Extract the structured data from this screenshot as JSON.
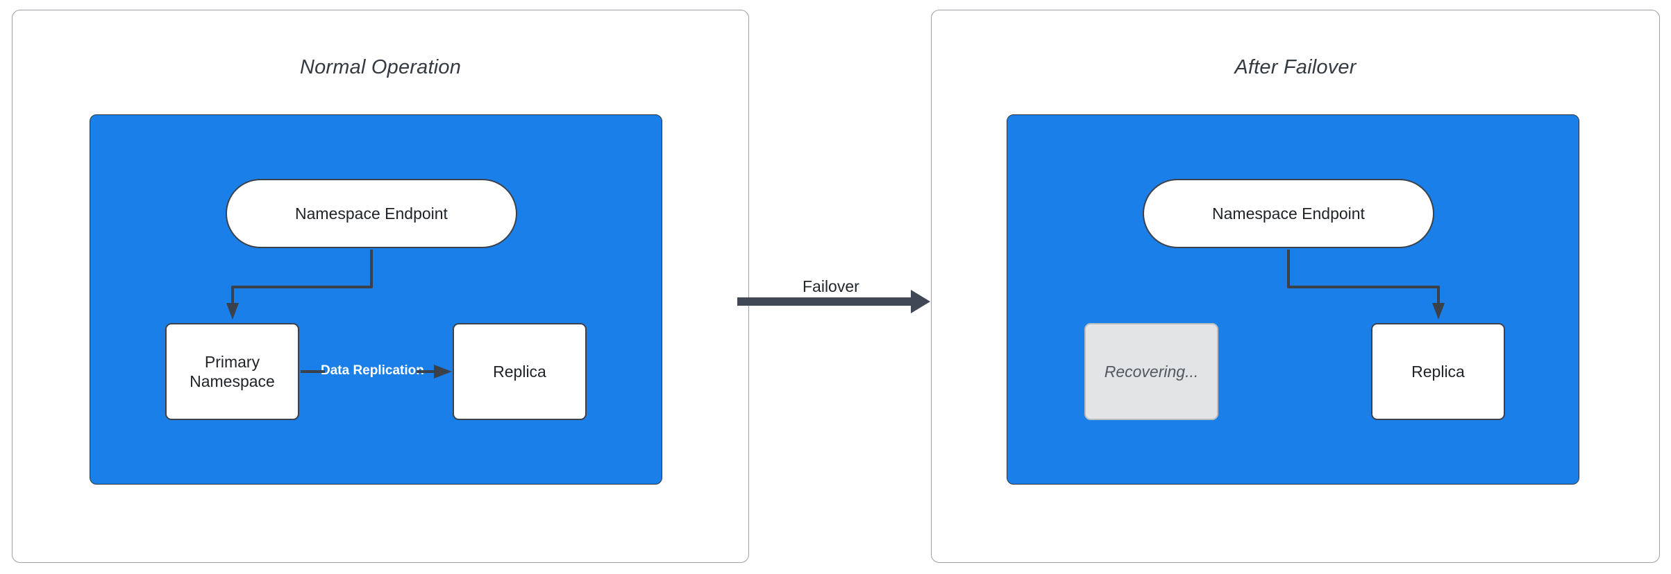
{
  "diagram": {
    "title_left": "Normal Operation",
    "title_right": "After Failover",
    "colors": {
      "zone_blue": "#1a7fe8",
      "node_white": "#ffffff",
      "node_muted": "#e2e4e6",
      "stroke_dark": "#3a414a",
      "failover_arrow": "#3f4854",
      "panel_border": "#9aa0a6",
      "replication_label": "#ffffff"
    }
  },
  "panels": {
    "left": {
      "title": "Normal Operation",
      "nodes": {
        "endpoint": {
          "label": "Namespace Endpoint",
          "shape": "pill",
          "state": "active"
        },
        "primary": {
          "label": "Primary Namespace",
          "label_line1": "Primary",
          "label_line2": "Namespace",
          "shape": "box",
          "state": "active"
        },
        "replica": {
          "label": "Replica",
          "shape": "box",
          "state": "active"
        }
      },
      "edges": {
        "endpoint_to_primary": {
          "label": "",
          "from": "endpoint",
          "to": "primary"
        },
        "primary_to_replica": {
          "label": "Data Replication",
          "from": "primary",
          "to": "replica"
        }
      }
    },
    "right": {
      "title": "After Failover",
      "nodes": {
        "endpoint": {
          "label": "Namespace Endpoint",
          "shape": "pill",
          "state": "active"
        },
        "recovering": {
          "label": "Recovering...",
          "shape": "box",
          "state": "muted"
        },
        "replica": {
          "label": "Replica",
          "shape": "box",
          "state": "active"
        }
      },
      "edges": {
        "endpoint_to_replica": {
          "label": "",
          "from": "endpoint",
          "to": "replica"
        }
      }
    }
  },
  "transition": {
    "label": "Failover",
    "direction": "left-to-right"
  }
}
